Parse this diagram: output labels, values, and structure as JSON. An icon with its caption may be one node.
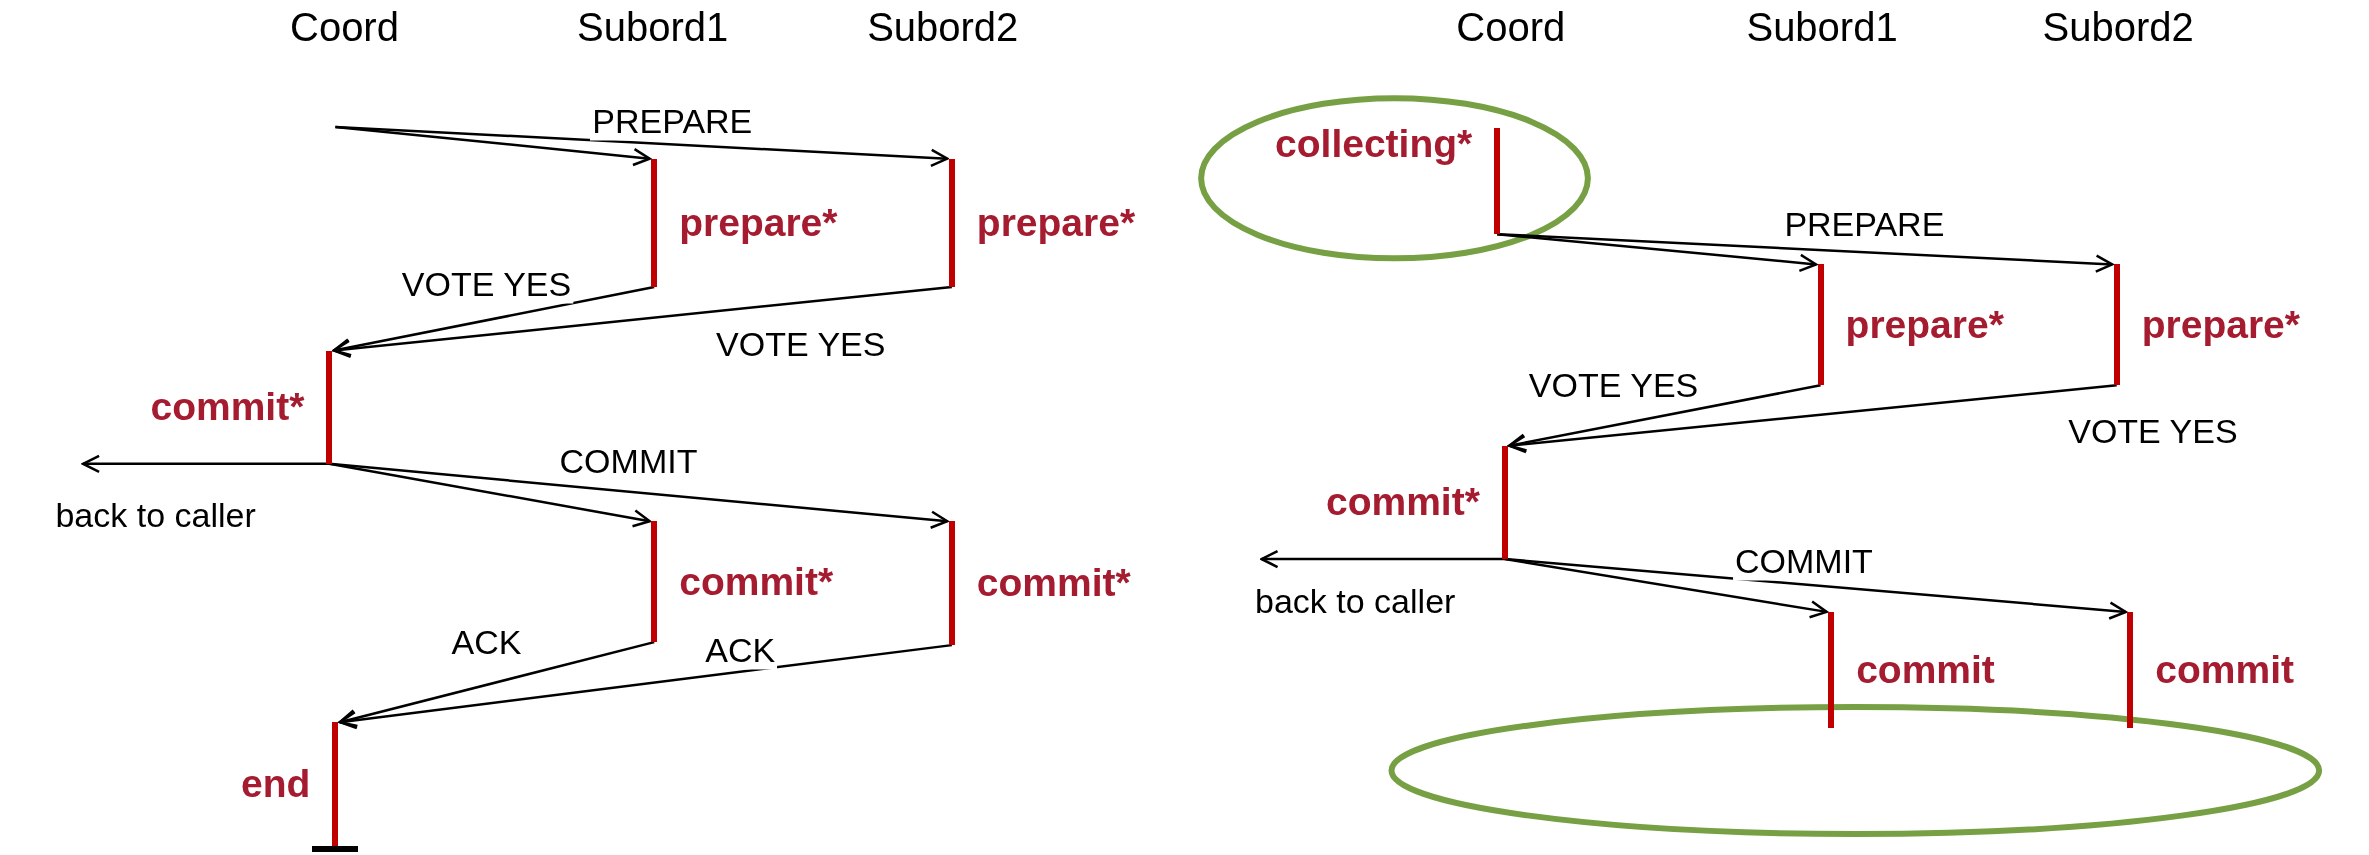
{
  "diagram": {
    "nodes": [
      {
        "text": [
          "prepare*"
        ]
      },
      {
        "text": [
          "prepare*"
        ]
      },
      {
        "text": [
          "commit*"
        ]
      },
      {
        "text": [
          "commit*"
        ]
      },
      {
        "text": [
          "commit*"
        ]
      },
      {
        "text": [
          "end"
        ]
      },
      {
        "text": [
          "collecting*"
        ]
      },
      {
        "text": [
          "prepare*"
        ]
      },
      {
        "text": [
          "prepare*"
        ]
      },
      {
        "text": [
          "commit*"
        ]
      },
      {
        "text": [
          "commit"
        ]
      },
      {
        "text": [
          "commit"
        ]
      }
    ],
    "edges": [
      {
        "from": null,
        "to": 0,
        "arrow": "to"
      },
      {
        "from": null,
        "to": 1,
        "arrow": "to",
        "label": "PREPARE"
      },
      {
        "from": 0,
        "to": 2,
        "arrow": "to",
        "label": "VOTE YES"
      },
      {
        "from": 1,
        "to": 2,
        "arrow": "to",
        "label": "VOTE YES"
      },
      {
        "from": 2,
        "to": null,
        "arrow": "to",
        "label": "back to caller"
      },
      {
        "from": 2,
        "to": 3,
        "arrow": "to"
      },
      {
        "from": 2,
        "to": 4,
        "arrow": "to",
        "label": "COMMIT"
      },
      {
        "from": 3,
        "to": 5,
        "arrow": "to",
        "label": "ACK"
      },
      {
        "from": 4,
        "to": 5,
        "arrow": "to",
        "label": "ACK"
      },
      {
        "from": 6,
        "to": 7,
        "arrow": "to"
      },
      {
        "from": 6,
        "to": 8,
        "arrow": "to",
        "label": "PREPARE"
      },
      {
        "from": 7,
        "to": 9,
        "arrow": "to",
        "label": "VOTE YES"
      },
      {
        "from": 8,
        "to": 9,
        "arrow": "to",
        "label": "VOTE YES"
      },
      {
        "from": 9,
        "to": null,
        "arrow": "to",
        "label": "back to caller"
      },
      {
        "from": 9,
        "to": 10,
        "arrow": "to"
      },
      {
        "from": 9,
        "to": 11,
        "arrow": "to",
        "label": "COMMIT"
      }
    ],
    "labels": [
      "Coord",
      "Subord1",
      "Subord2",
      "Coord",
      "Subord1",
      "Subord2"
    ]
  }
}
